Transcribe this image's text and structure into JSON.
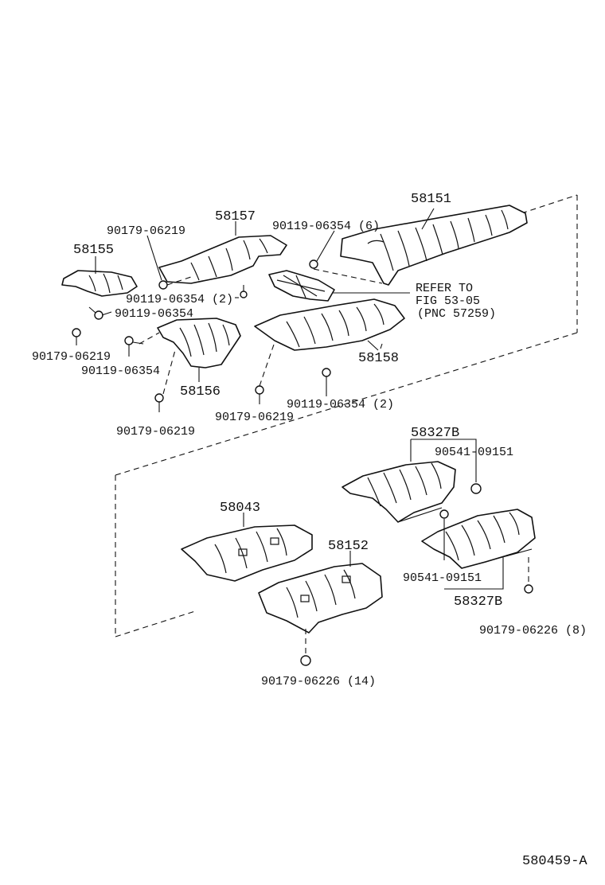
{
  "diagram_code": "580459-A",
  "labels": {
    "p58151": "58151",
    "p58157": "58157",
    "p58155": "58155",
    "p58156": "58156",
    "p58158": "58158",
    "p58043": "58043",
    "p58152": "58152",
    "p58327b_top": "58327B",
    "p58327b_bottom": "58327B",
    "c90179_06219_a": "90179-06219",
    "c90119_06354_6": "90119-06354 (6)",
    "c90119_06354_2a": "90119-06354 (2)",
    "c90119_06354_a": "90119-06354",
    "c90179_06219_b": "90179-06219",
    "c90119_06354_b": "90119-06354",
    "c90179_06219_c": "90179-06219",
    "c90179_06219_d": "90179-06219",
    "c90119_06354_2b": "90119-06354 (2)",
    "c90541_09151_a": "90541-09151",
    "c90541_09151_b": "90541-09151",
    "c90179_06226_8": "90179-06226 (8)",
    "c90179_06226_14": "90179-06226 (14)",
    "refer_1": "REFER TO",
    "refer_2": "FIG 53-05",
    "refer_3": "(PNC 57259)"
  },
  "icons": [
    "bolt-icon",
    "clip-icon",
    "nut-icon"
  ]
}
